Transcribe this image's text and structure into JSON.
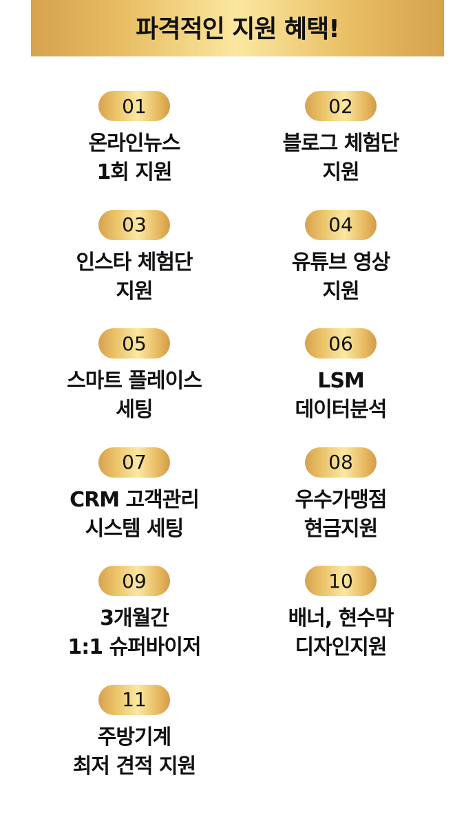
{
  "header": {
    "title": "파격적인 지원 혜택!"
  },
  "benefits": [
    {
      "number": "01",
      "line1": "온라인뉴스",
      "line2": "1회 지원"
    },
    {
      "number": "02",
      "line1": "블로그 체험단",
      "line2": "지원"
    },
    {
      "number": "03",
      "line1": "인스타 체험단",
      "line2": "지원"
    },
    {
      "number": "04",
      "line1": "유튜브 영상",
      "line2": "지원"
    },
    {
      "number": "05",
      "line1": "스마트 플레이스",
      "line2": "세팅"
    },
    {
      "number": "06",
      "line1": "LSM",
      "line2": "데이터분석"
    },
    {
      "number": "07",
      "line1": "CRM 고객관리",
      "line2": "시스템 세팅"
    },
    {
      "number": "08",
      "line1": "우수가맹점",
      "line2": "현금지원"
    },
    {
      "number": "09",
      "line1": "3개월간",
      "line2": "1:1 슈퍼바이저"
    },
    {
      "number": "10",
      "line1": "배너, 현수막",
      "line2": "디자인지원"
    },
    {
      "number": "11",
      "line1": "주방기계",
      "line2": "최저 견적 지원"
    }
  ],
  "colors": {
    "gold_dark": "#d6a24e",
    "gold_light": "#fbe7a0",
    "text": "#111111"
  }
}
